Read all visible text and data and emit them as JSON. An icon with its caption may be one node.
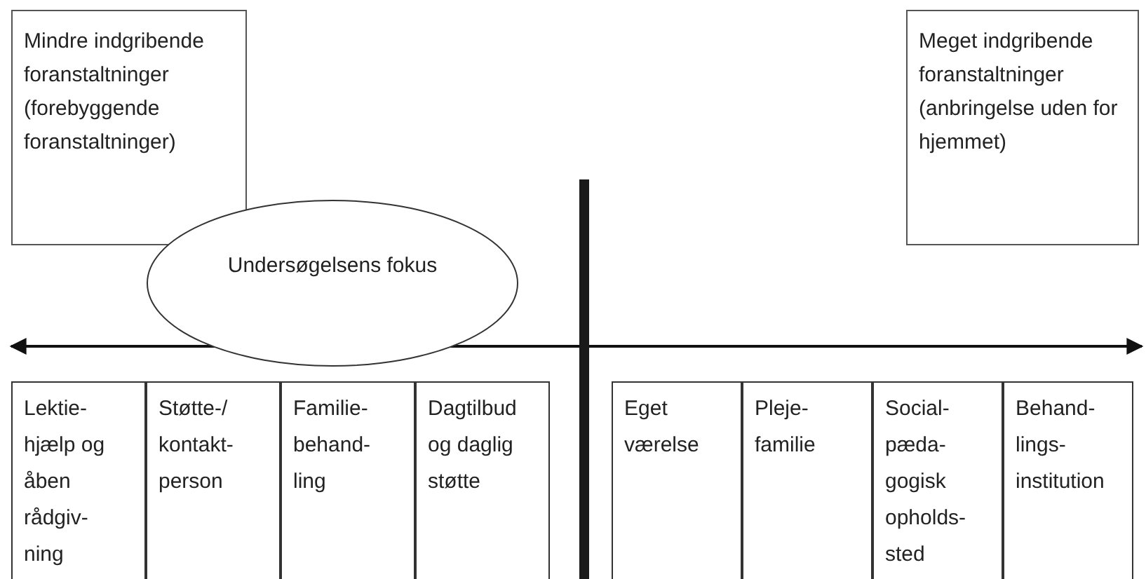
{
  "diagram": {
    "nodes": [
      {
        "text": [
          "Mindre indgribende foranstaltninger (forebyggende foranstaltninger)"
        ]
      },
      {
        "text": [
          "Meget indgribende foranstaltninger (anbringelse uden for hjemmet)"
        ]
      },
      {
        "text": [
          "Undersøgelsens fokus"
        ]
      },
      {
        "text": [
          "Lektie- hjælp og åben rådgiv- ning"
        ]
      },
      {
        "text": [
          "Støtte-/ kontakt- person"
        ]
      },
      {
        "text": [
          "Familie- behand- ling"
        ]
      },
      {
        "text": [
          "Dagtilbud og daglig støtte"
        ]
      },
      {
        "text": [
          "Eget værelse"
        ]
      },
      {
        "text": [
          "Pleje- familie"
        ]
      },
      {
        "text": [
          "Social- pæda- gogisk opholds- sted"
        ]
      },
      {
        "text": [
          "Behand- lings- institution"
        ]
      }
    ]
  }
}
